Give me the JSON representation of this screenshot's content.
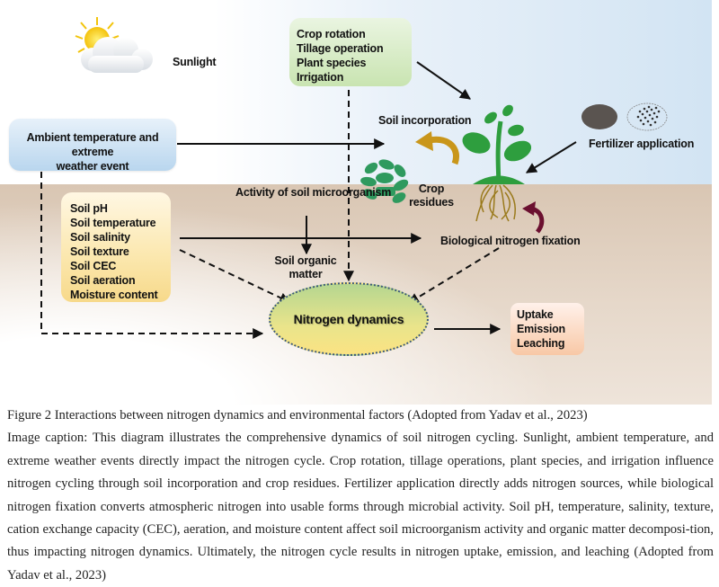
{
  "diagram": {
    "sunlight": {
      "label": "Sunlight",
      "icon": "sun-cloud-icon"
    },
    "management_factors": [
      "Crop rotation",
      "Tillage operation",
      "Plant species",
      "Irrigation"
    ],
    "ambient": {
      "label_line1": "Ambient temperature and extreme",
      "label_line2": "weather event"
    },
    "soil_incorporation": "Soil incorporation",
    "crop_residues": {
      "line1": "Crop",
      "line2": "residues"
    },
    "fertilizer": {
      "label": "Fertilizer application"
    },
    "microorganism_activity": "Activity of soil microorganism",
    "soil_organic_matter": {
      "line1": "Soil organic",
      "line2": "matter"
    },
    "soil_properties": [
      "Soil pH",
      "Soil temperature",
      "Soil salinity",
      "Soil texture",
      "Soil CEC",
      "Soil aeration",
      "Moisture content"
    ],
    "bnf": "Biological nitrogen fixation",
    "center": "Nitrogen dynamics",
    "outcomes": [
      "Uptake",
      "Emission",
      "Leaching"
    ],
    "colors": {
      "sky": "#d2e4f3",
      "soil": "#d9c6b3",
      "plant_green": "#2e9e3e",
      "root_brown": "#9a7a1c",
      "incorporation_arrow": "#c9961a",
      "bnf_arrow": "#6b1030",
      "ellipse_border": "#3c5a7a"
    }
  },
  "caption": {
    "title": "Figure 2 Interactions between nitrogen dynamics and environmental factors (Adopted from Yadav et al., 2023)",
    "body": "Image caption: This diagram illustrates the comprehensive dynamics of soil nitrogen cycling. Sunlight, ambient temperature, and extreme weather events directly impact the nitrogen cycle. Crop rotation, tillage operations, plant species, and irrigation influence nitrogen cycling through soil incorporation and crop residues. Fertilizer application directly adds nitrogen sources, while biological nitrogen fixation converts atmospheric nitrogen into usable forms through microbial activity. Soil pH, temperature, salinity, texture, cation exchange capacity (CEC), aeration, and moisture content affect soil microorganism activity and organic matter decomposi-tion, thus impacting nitrogen dynamics. Ultimately, the nitrogen cycle results in nitrogen uptake, emission, and leaching (Adopted from Yadav et al., 2023)"
  }
}
